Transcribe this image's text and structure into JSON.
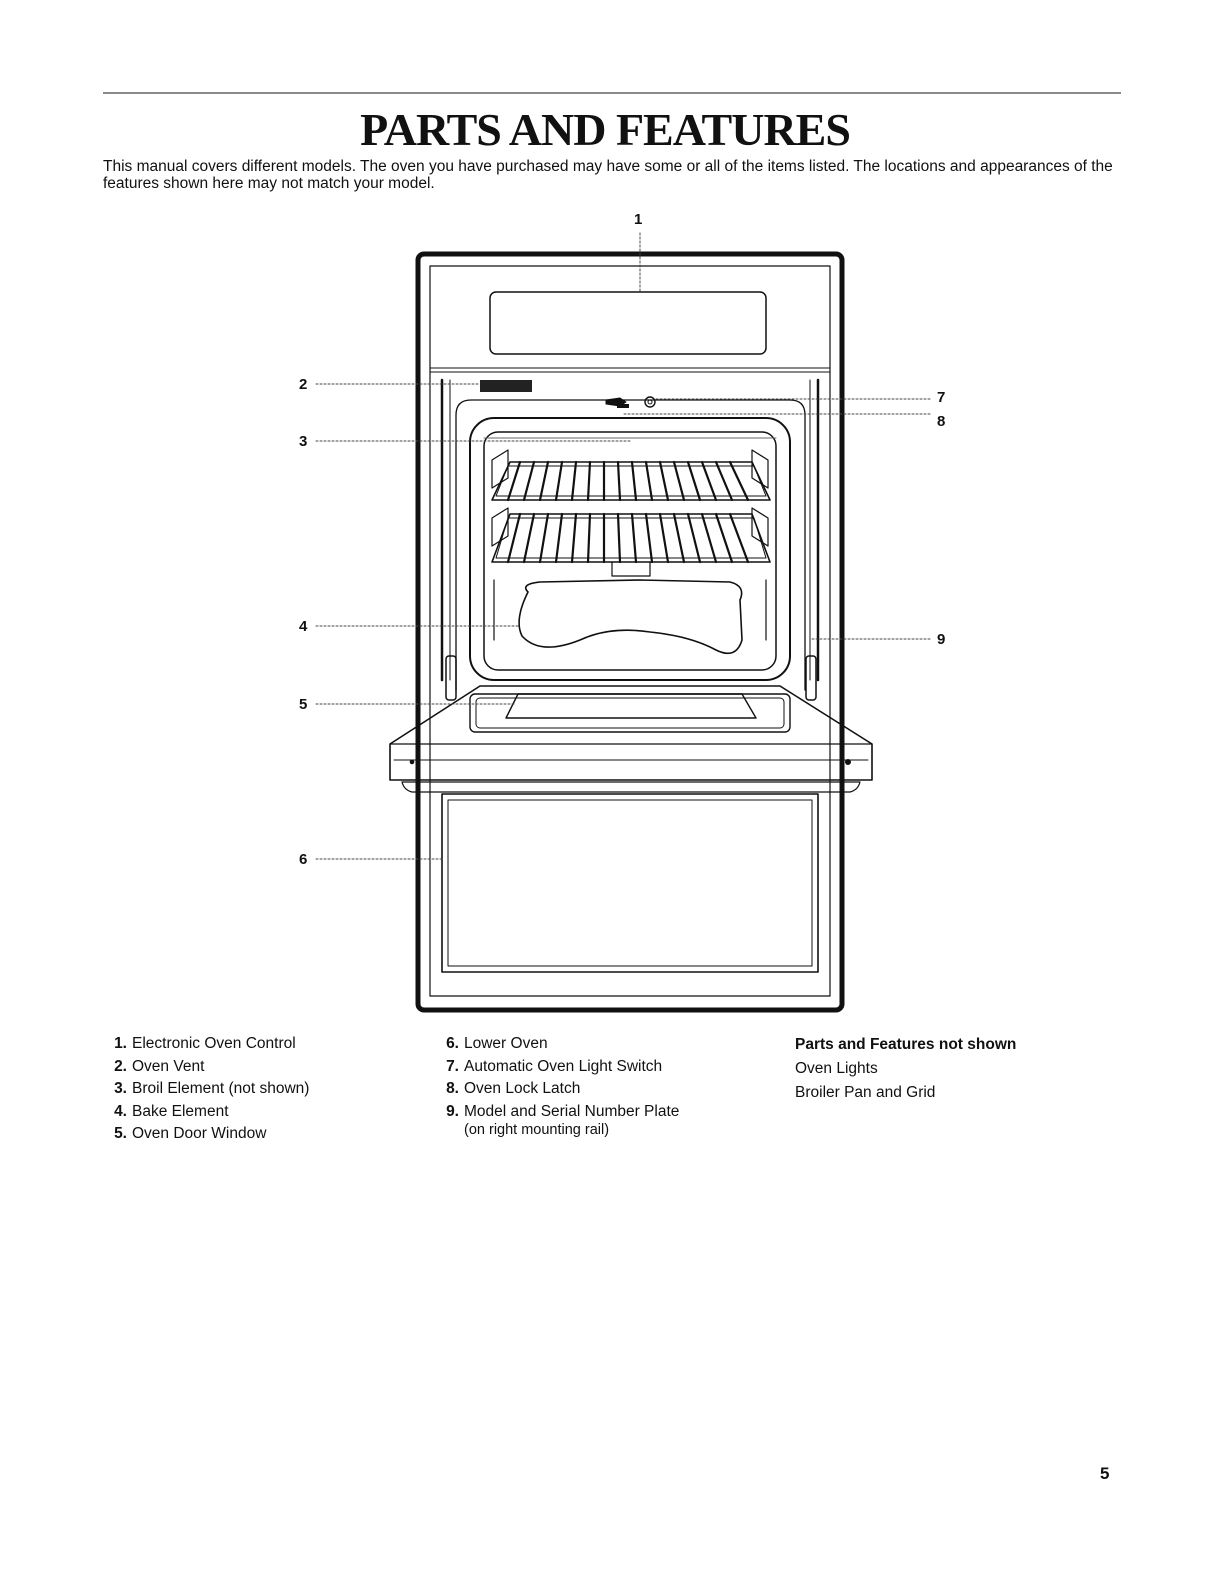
{
  "title": "PARTS AND FEATURES",
  "intro": "This manual covers different models. The oven you have purchased may have some or all of the items listed. The locations and appearances of the features shown here may not match your model.",
  "callouts": [
    "1",
    "2",
    "3",
    "4",
    "5",
    "6",
    "7",
    "8",
    "9"
  ],
  "parts_list_left": [
    {
      "number": "1.",
      "label": "Electronic Oven Control"
    },
    {
      "number": "2.",
      "label": "Oven Vent"
    },
    {
      "number": "3.",
      "label": "Broil Element (not shown)"
    },
    {
      "number": "4.",
      "label": "Bake Element"
    },
    {
      "number": "5.",
      "label": "Oven Door Window"
    }
  ],
  "parts_list_middle": [
    {
      "number": "6.",
      "label": "Lower Oven"
    },
    {
      "number": "7.",
      "label": "Automatic Oven Light Switch"
    },
    {
      "number": "8.",
      "label": "Oven Lock Latch"
    },
    {
      "number": "9.",
      "label": "Model and Serial Number Plate",
      "note": "(on right mounting rail)"
    }
  ],
  "not_shown": {
    "heading": "Parts and Features not shown",
    "items": [
      "Oven Lights",
      "Broiler Pan and Grid"
    ]
  },
  "page_number": "5"
}
